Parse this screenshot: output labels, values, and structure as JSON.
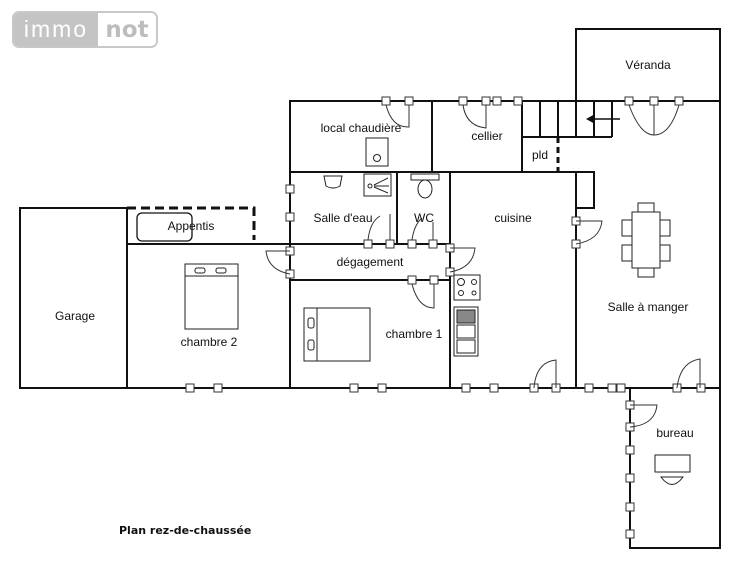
{
  "logo": {
    "part1": "immo",
    "part2": "not"
  },
  "caption": "Plan rez-de-chaussée",
  "rooms": {
    "veranda": "Véranda",
    "local_chaudiere": "local chaudière",
    "cellier": "cellier",
    "pld": "pld",
    "salle_deau": "Salle d'eau",
    "wc": "WC",
    "cuisine": "cuisine",
    "appentis": "Appentis",
    "degagement": "dégagement",
    "garage": "Garage",
    "chambre2": "chambre 2",
    "chambre1": "chambre 1",
    "salle_a_manger": "Salle à manger",
    "bureau": "bureau"
  },
  "colors": {
    "wall": "#111111",
    "logo_gray": "#c4c4c4",
    "background": "#ffffff"
  }
}
